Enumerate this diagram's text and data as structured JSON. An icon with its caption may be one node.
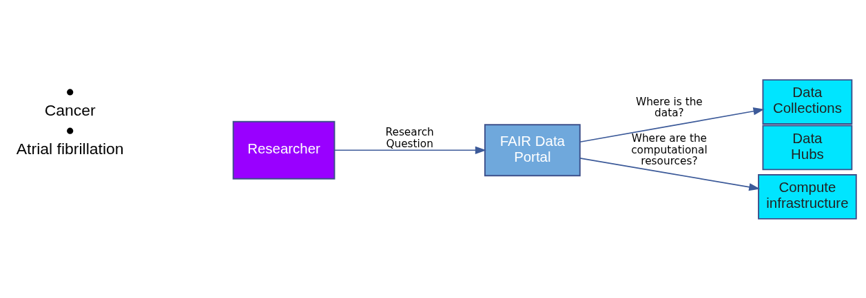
{
  "diagram": {
    "nodes": [
      {
        "text": [
          "Researcher"
        ]
      },
      {
        "text": [
          "FAIR Data Portal"
        ]
      },
      {
        "text": [
          "Data Collections"
        ]
      },
      {
        "text": [
          "Data Hubs"
        ]
      },
      {
        "text": [
          "Compute infrastructure"
        ]
      }
    ],
    "edges": [
      {
        "from": 0,
        "to": 1,
        "arrow": "to",
        "label": "Research Question"
      },
      {
        "from": 1,
        "to": 2,
        "arrow": "to",
        "label": "Where is the data?"
      },
      {
        "from": 1,
        "to": 4,
        "arrow": "to",
        "label": "Where are the computational resources?"
      }
    ],
    "labels": [
      "Cancer",
      "Atrial fibrillation"
    ]
  }
}
